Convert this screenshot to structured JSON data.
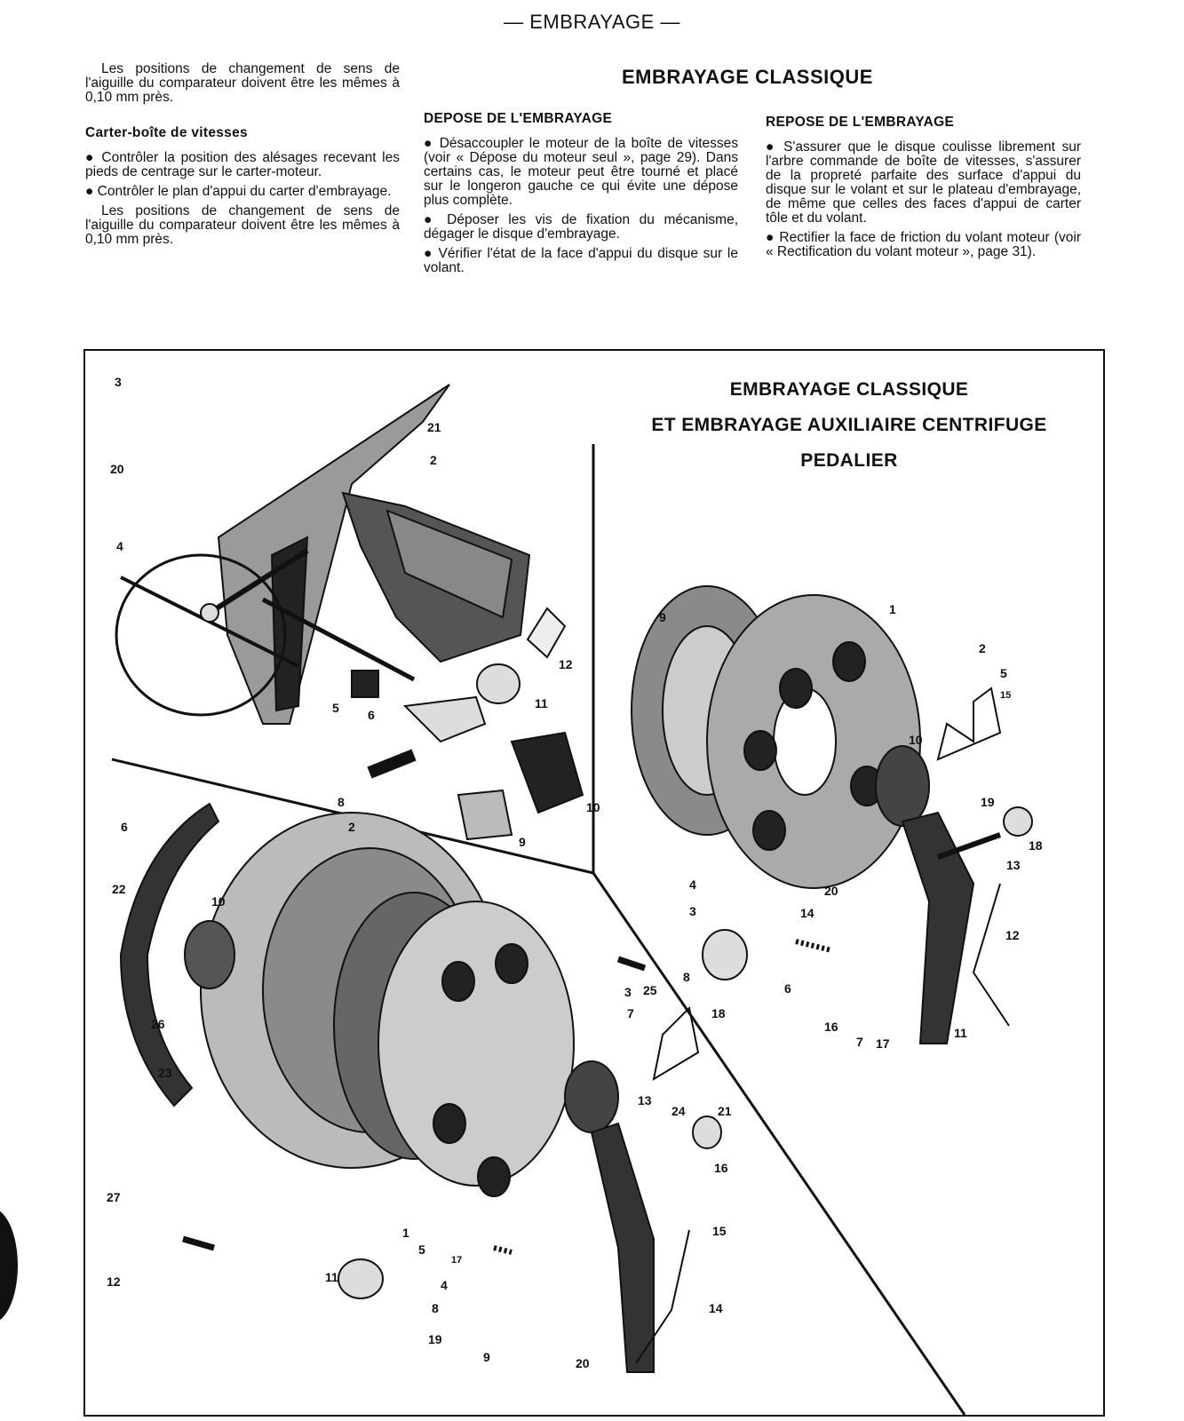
{
  "header": "— EMBRAYAGE —",
  "col1": {
    "p1": "Les positions de changement de sens de l'aiguille du comparateur doivent être les mêmes à 0,10 mm près.",
    "heading": "Carter-boîte de vitesses",
    "b1": "● Contrôler la position des alésages recevant les pieds de centrage sur le carter-moteur.",
    "b2": "● Contrôler le plan d'appui du carter d'embrayage.",
    "p2": "Les positions de changement de sens de l'aiguille du comparateur doivent être les mêmes à 0,10 mm près."
  },
  "section_title": "EMBRAYAGE CLASSIQUE",
  "col2": {
    "heading": "DEPOSE DE L'EMBRAYAGE",
    "b1": "● Désaccoupler le moteur de la boîte de vitesses (voir « Dépose du moteur seul », page 29). Dans certains cas, le moteur peut être tourné et placé sur le longeron gauche ce qui évite une dépose plus complète.",
    "b2": "● Déposer les vis de fixation du mécanisme, dégager le disque d'embrayage.",
    "b3": "● Vérifier l'état de la face d'appui du disque sur le volant."
  },
  "col3": {
    "heading": "REPOSE DE L'EMBRAYAGE",
    "b1": "● S'assurer que le disque coulisse librement sur l'arbre commande de boîte de vitesses, s'assurer de la propreté parfaite des surface d'appui du disque sur le volant et sur le plateau d'embrayage, de même que celles des faces d'appui de carter tôle et du volant.",
    "b2": "● Rectifier la face de friction du volant moteur (voir « Rectification du volant moteur », page 31)."
  },
  "figure": {
    "title1": "EMBRAYAGE CLASSIQUE",
    "title2": "ET EMBRAYAGE AUXILIAIRE CENTRIFUGE",
    "title3": "PEDALIER",
    "callouts_pedal": [
      "3",
      "21",
      "2",
      "20",
      "4",
      "12",
      "11",
      "5",
      "6",
      "10",
      "8",
      "9"
    ],
    "callouts_classic": [
      "9",
      "1",
      "2",
      "5",
      "15",
      "10",
      "19",
      "18",
      "13",
      "20",
      "4",
      "3",
      "14",
      "12",
      "8",
      "6",
      "16",
      "7",
      "17",
      "11"
    ],
    "callouts_centrifuge": [
      "6",
      "2",
      "22",
      "10",
      "26",
      "23",
      "3",
      "25",
      "7",
      "18",
      "13",
      "24",
      "21",
      "16",
      "27",
      "15",
      "1",
      "5",
      "17",
      "12",
      "11",
      "4",
      "8",
      "19",
      "9",
      "20",
      "14"
    ]
  }
}
